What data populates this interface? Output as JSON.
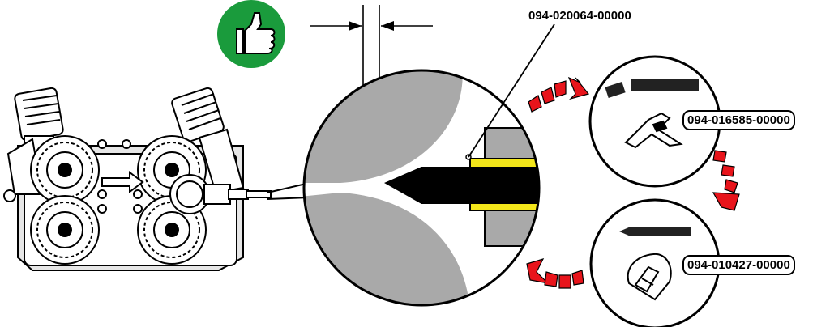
{
  "labels": {
    "contact_tip_part": "094-020064-00000",
    "cutter_tool_part": "094-016585-00000",
    "sharpener_tool_part": "094-010427-00000"
  },
  "icons": {
    "approval": "thumbs-up-icon",
    "cycle_arrows": "curved-arrow-icon"
  },
  "colors": {
    "approval_green": "#1a9b3c",
    "arrow_red": "#e8141b",
    "guide_yellow": "#f3e61a",
    "shade_gray": "#a9a9a9",
    "ink": "#000000"
  }
}
